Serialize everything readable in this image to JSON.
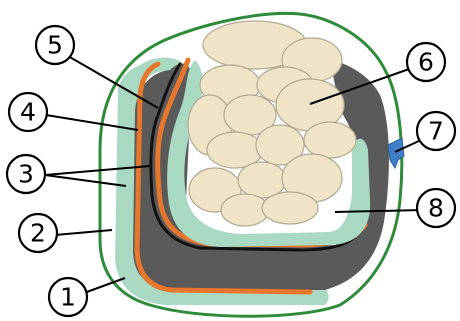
{
  "labels": [
    {
      "id": "1",
      "text": "1"
    },
    {
      "id": "2",
      "text": "2"
    },
    {
      "id": "3",
      "text": "3"
    },
    {
      "id": "4",
      "text": "4"
    },
    {
      "id": "5",
      "text": "5"
    },
    {
      "id": "6",
      "text": "6"
    },
    {
      "id": "7",
      "text": "7"
    },
    {
      "id": "8",
      "text": "8"
    }
  ],
  "colors": {
    "outer_membrane": "#2e8b3a",
    "pale_layer": "#a9d8c3",
    "dark_layer": "#5a5a5a",
    "orange_layer": "#e8772e",
    "black_line": "#111111",
    "granules": "#efe4c8",
    "pore": "#3f7fc8"
  }
}
